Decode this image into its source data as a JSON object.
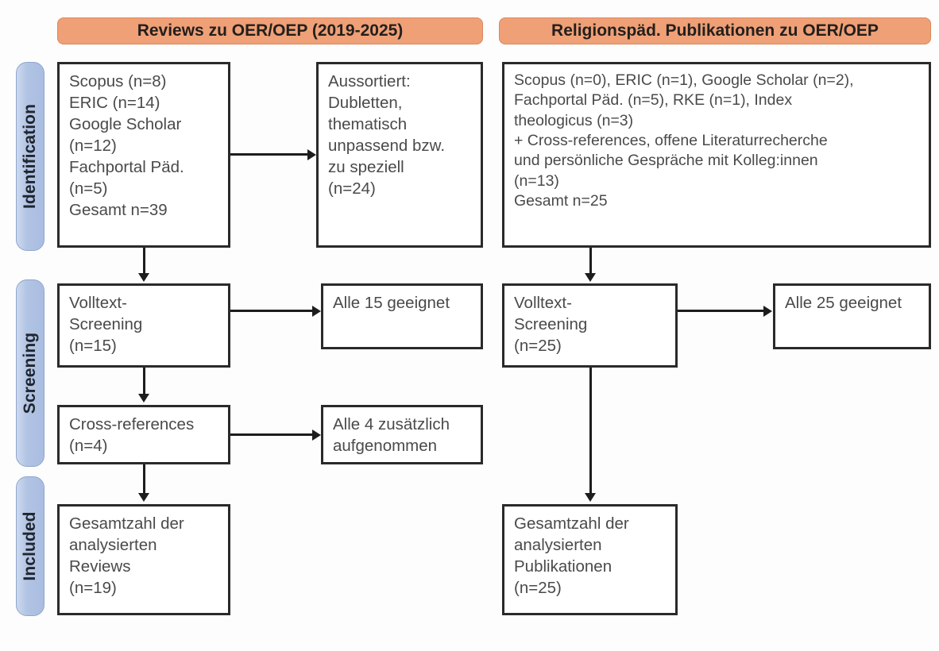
{
  "colors": {
    "header_orange": "#EFA077",
    "stage_blue": "#AEC2E3",
    "box_border": "#2A2A2A",
    "text_gray": "#4A4A4A"
  },
  "stages": [
    {
      "label": "Identification"
    },
    {
      "label": "Screening"
    },
    {
      "label": "Included"
    }
  ],
  "columns": {
    "left": {
      "header": "Reviews zu OER/OEP (2019-2025)"
    },
    "right": {
      "header": "Religionspäd. Publikationen zu OER/OEP"
    }
  },
  "boxes": {
    "left_sources": "Scopus (n=8)\nERIC (n=14)\nGoogle Scholar\n(n=12)\nFachportal Päd.\n(n=5)\nGesamt n=39",
    "left_excluded": "Aussortiert:\nDubletten,\nthematisch\nunpassend bzw.\nzu speziell\n(n=24)",
    "left_fulltext": "Volltext-\nScreening\n(n=15)",
    "left_fulltext_result": "Alle 15 geeignet",
    "left_crossrefs": "Cross-references\n(n=4)",
    "left_crossrefs_result": "Alle 4 zusätzlich\naufgenommen",
    "left_included": "Gesamtzahl der\nanalysierten\nReviews\n(n=19)",
    "right_sources": "Scopus (n=0), ERIC (n=1), Google Scholar (n=2),\nFachportal Päd. (n=5), RKE (n=1), Index\ntheologicus (n=3)\n+ Cross-references, offene Literaturrecherche\nund persönliche Gespräche mit Kolleg:innen\n(n=13)\nGesamt n=25",
    "right_fulltext": "Volltext-\nScreening\n(n=25)",
    "right_fulltext_result": "Alle 25 geeignet",
    "right_included": "Gesamtzahl der\nanalysierten\nPublikationen\n(n=25)"
  }
}
